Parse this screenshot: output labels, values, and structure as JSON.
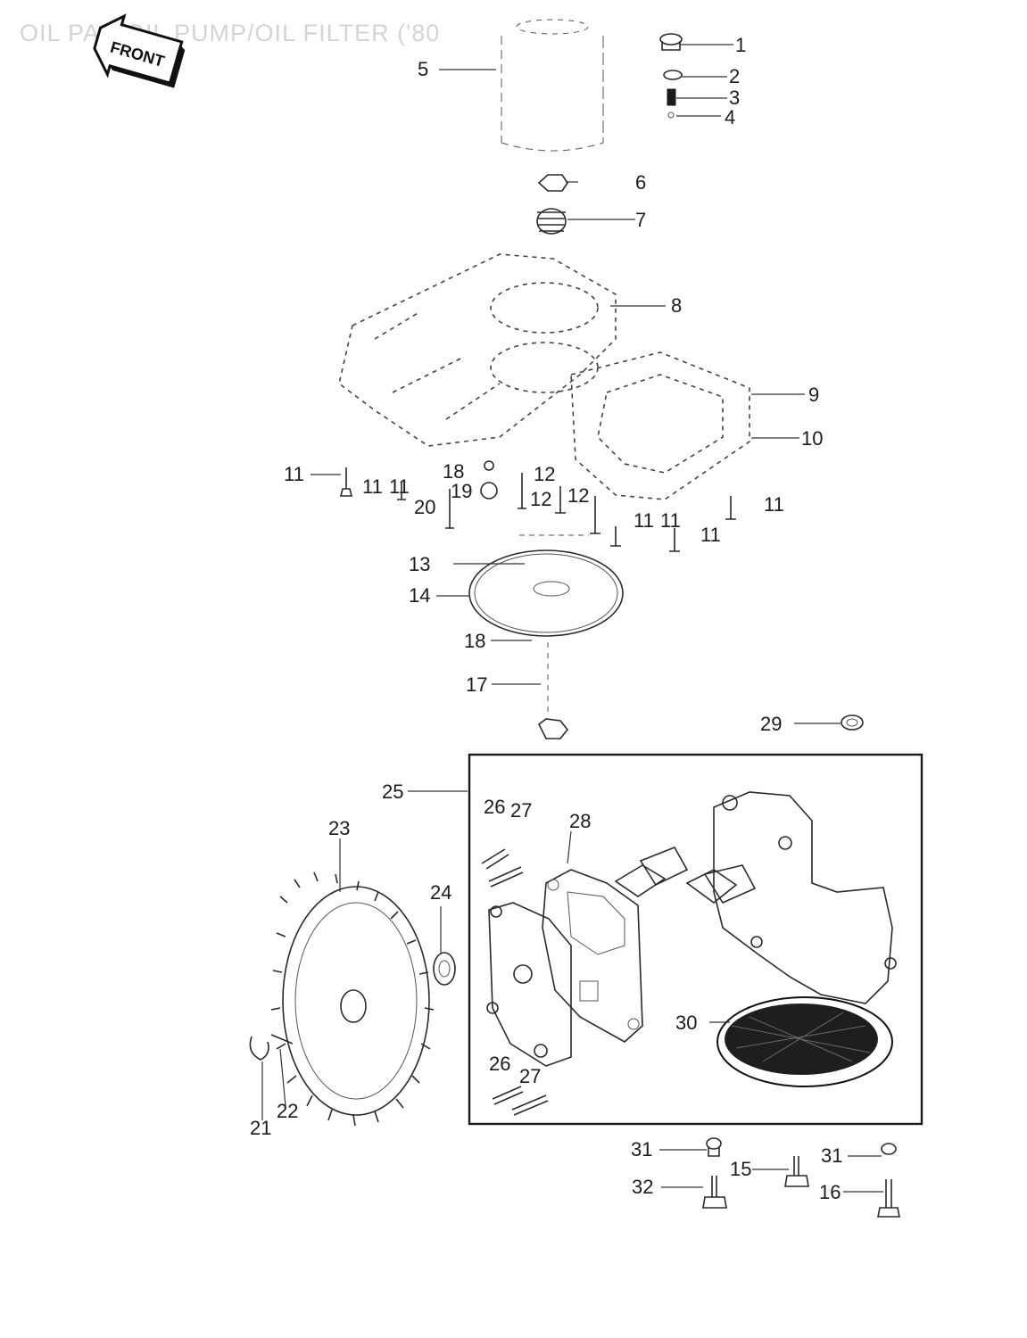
{
  "title": "OIL PAN/OIL PUMP/OIL FILTER ('80",
  "front_arrow_text": "FRONT",
  "callouts": [
    "1",
    "2",
    "3",
    "4",
    "5",
    "6",
    "7",
    "8",
    "9",
    "10",
    "11",
    "11",
    "11",
    "11",
    "11",
    "11",
    "11",
    "12",
    "12",
    "12",
    "13",
    "14",
    "15",
    "16",
    "17",
    "18",
    "18",
    "19",
    "20",
    "21",
    "22",
    "23",
    "24",
    "25",
    "26",
    "27",
    "26",
    "27",
    "28",
    "29",
    "30",
    "31",
    "31",
    "32"
  ]
}
